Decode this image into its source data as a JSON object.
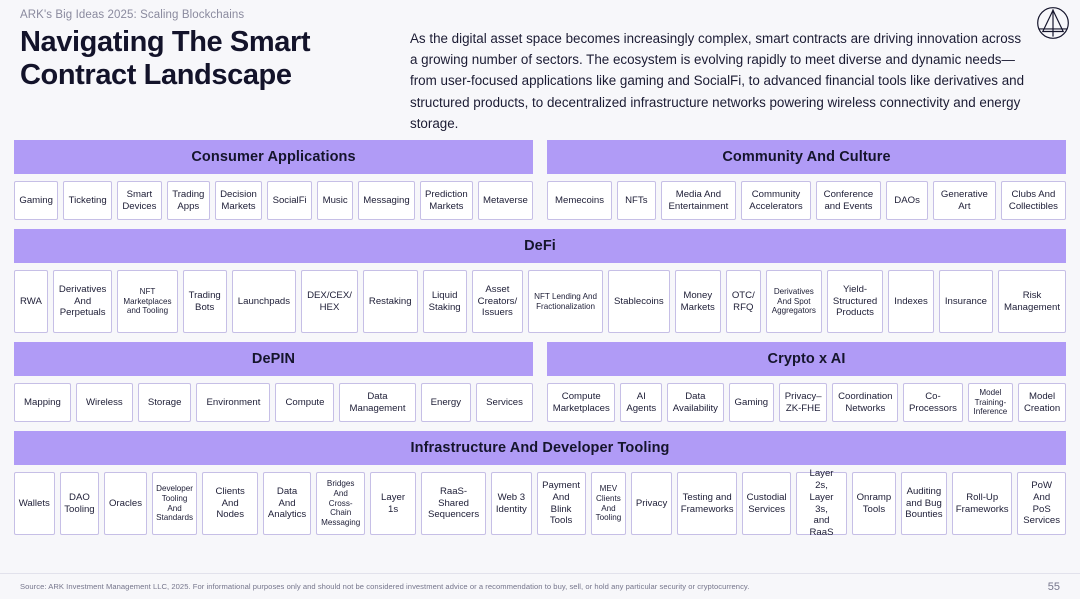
{
  "header": {
    "eyebrow": "ARK's Big Ideas 2025: Scaling Blockchains",
    "title_line1": "Navigating The Smart",
    "title_line2": "Contract Landscape",
    "intro": "As the digital asset space becomes increasingly complex, smart contracts are driving innovation across a growing number of sectors. The ecosystem is evolving rapidly to meet diverse and dynamic needs—from user-focused applications like gaming and SocialFi, to advanced financial tools like derivatives and structured products, to decentralized infrastructure networks powering wireless connectivity and energy storage.",
    "logo_name": "ark-invest-logo"
  },
  "colors": {
    "accent_purple": "#b09bf6",
    "chip_border": "#c6bfe6",
    "background": "#f7f7fa",
    "text_dark": "#15152c",
    "muted": "#76768c"
  },
  "panels": {
    "consumer": {
      "title": "Consumer Applications",
      "items": [
        "Gaming",
        "Ticketing",
        "Smart\nDevices",
        "Trading\nApps",
        "Decision\nMarkets",
        "SocialFi",
        "Music",
        "Messaging",
        "Prediction\nMarkets",
        "Metaverse"
      ]
    },
    "community": {
      "title": "Community And Culture",
      "items": [
        "Memecoins",
        "NFTs",
        "Media And\nEntertainment",
        "Community\nAccelerators",
        "Conference\nand Events",
        "DAOs",
        "Generative\nArt",
        "Clubs And\nCollectibles"
      ]
    },
    "defi": {
      "title": "DeFi",
      "items": [
        "RWA",
        "Derivatives\nAnd\nPerpetuals",
        "NFT\nMarketplaces\nand Tooling",
        "Trading\nBots",
        "Launchpads",
        "DEX/CEX/\nHEX",
        "Restaking",
        "Liquid\nStaking",
        "Asset\nCreators/\nIssuers",
        "NFT Lending And\nFractionalization",
        "Stablecoins",
        "Money\nMarkets",
        "OTC/\nRFQ",
        "Derivatives\nAnd Spot\nAggregators",
        "Yield-\nStructured\nProducts",
        "Indexes",
        "Insurance",
        "Risk\nManagement"
      ],
      "small_items": [
        2,
        9,
        13
      ]
    },
    "depin": {
      "title": "DePIN",
      "items": [
        "Mapping",
        "Wireless",
        "Storage",
        "Environment",
        "Compute",
        "Data\nManagement",
        "Energy",
        "Services"
      ]
    },
    "crypto_ai": {
      "title": "Crypto x AI",
      "items": [
        "Compute\nMarketplaces",
        "AI\nAgents",
        "Data\nAvailability",
        "Gaming",
        "Privacy–\nZK-FHE",
        "Coordination\nNetworks",
        "Co-\nProcessors",
        "Model\nTraining-\nInference",
        "Model\nCreation"
      ],
      "small_items": [
        7
      ]
    },
    "infrastructure": {
      "title": "Infrastructure And Developer Tooling",
      "items": [
        "Wallets",
        "DAO\nTooling",
        "Oracles",
        "Developer\nTooling\nAnd\nStandards",
        "Clients\nAnd Nodes",
        "Data And\nAnalytics",
        "Bridges\nAnd Cross-\nChain\nMessaging",
        "Layer 1s",
        "RaaS-Shared\nSequencers",
        "Web 3\nIdentity",
        "Payment\nAnd Blink\nTools",
        "MEV\nClients\nAnd\nTooling",
        "Privacy",
        "Testing and\nFrameworks",
        "Custodial\nServices",
        "Layer 2s,\nLayer 3s,\nand RaaS",
        "Onramp\nTools",
        "Auditing\nand Bug\nBounties",
        "Roll-Up\nFrameworks",
        "PoW And\nPoS\nServices"
      ],
      "small_items": [
        3,
        6,
        11
      ]
    }
  },
  "footer": {
    "source": "Source: ARK Investment Management LLC, 2025. For informational purposes only and should not be considered investment advice or a recommendation to buy, sell, or hold any particular security or cryptocurrency.",
    "page_number": "55"
  }
}
